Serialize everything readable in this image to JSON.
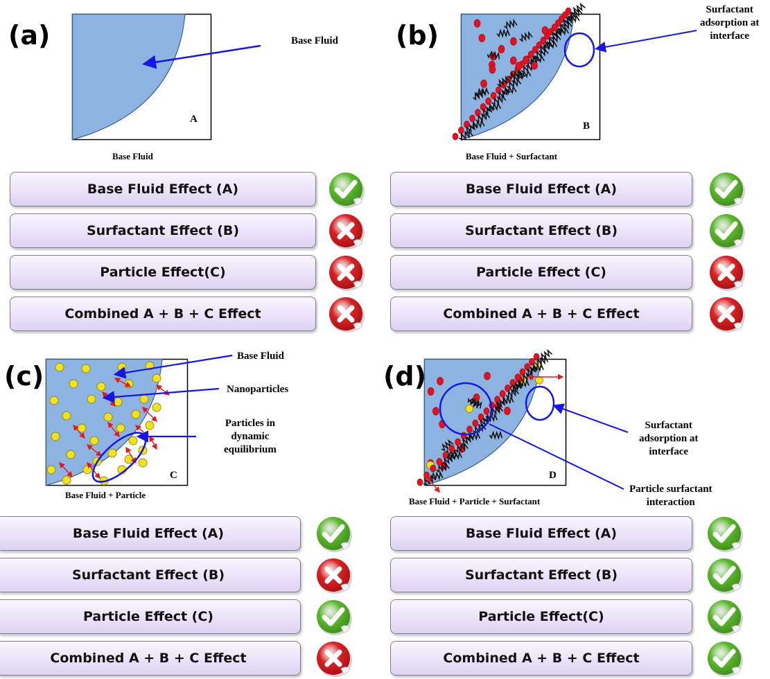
{
  "panels": [
    {
      "letter": "(a)",
      "box_tag": "A",
      "caption": "Base Fluid",
      "annotations": [
        "Base Fluid"
      ],
      "effects": [
        {
          "label": "Base Fluid Effect (A)",
          "status": "check"
        },
        {
          "label": "Surfactant Effect (B)",
          "status": "cross"
        },
        {
          "label": "Particle Effect(C)",
          "status": "cross"
        },
        {
          "label": "Combined A + B + C Effect",
          "status": "cross"
        }
      ]
    },
    {
      "letter": "(b)",
      "box_tag": "B",
      "caption": "Base Fluid + Surfactant",
      "annotations": [
        "Surfactant\nadsorption at\ninterface"
      ],
      "effects": [
        {
          "label": "Base Fluid Effect (A)",
          "status": "check"
        },
        {
          "label": "Surfactant Effect (B)",
          "status": "check"
        },
        {
          "label": "Particle Effect (C)",
          "status": "cross"
        },
        {
          "label": "Combined A + B + C Effect",
          "status": "cross"
        }
      ]
    },
    {
      "letter": "(c)",
      "box_tag": "C",
      "caption": "Base Fluid + Particle",
      "annotations": [
        "Base Fluid",
        "Nanoparticles",
        "Particles in\ndynamic\nequilibrium"
      ],
      "effects": [
        {
          "label": "Base Fluid Effect (A)",
          "status": "check"
        },
        {
          "label": "Surfactant Effect (B)",
          "status": "cross"
        },
        {
          "label": "Particle Effect (C)",
          "status": "check"
        },
        {
          "label": "Combined A + B + C Effect",
          "status": "cross"
        }
      ]
    },
    {
      "letter": "(d)",
      "box_tag": "D",
      "caption": "Base Fluid + Particle + Surfactant",
      "annotations": [
        "Surfactant\nadsorption at\ninterface",
        "Particle surfactant\ninteraction"
      ],
      "effects": [
        {
          "label": "Base Fluid Effect (A)",
          "status": "check"
        },
        {
          "label": "Surfactant Effect (B)",
          "status": "check"
        },
        {
          "label": "Particle Effect(C)",
          "status": "check"
        },
        {
          "label": "Combined A + B + C Effect",
          "status": "check"
        }
      ]
    }
  ],
  "colors": {
    "fluid": "#8db3e2",
    "arrow_blue": "#1515e6",
    "surfactant_head": "#e8101c",
    "nanoparticle": "#f0e21e",
    "check_green": "#5cb82e",
    "cross_red": "#d92224"
  }
}
